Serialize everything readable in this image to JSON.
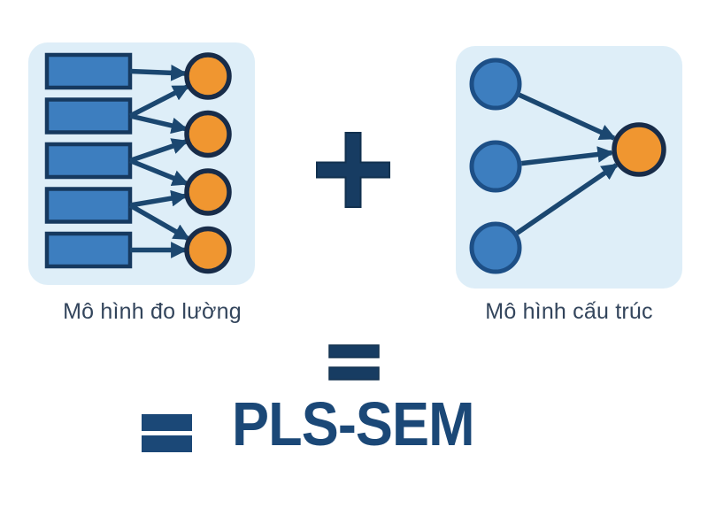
{
  "diagram": {
    "left_panel": {
      "label": "Mô hình đo lường",
      "model_type": "measurement-model",
      "indicator_count": 5,
      "construct_count": 4,
      "arrow_links": [
        [
          1,
          1
        ],
        [
          2,
          1
        ],
        [
          2,
          2
        ],
        [
          3,
          2
        ],
        [
          3,
          3
        ],
        [
          4,
          3
        ],
        [
          4,
          4
        ],
        [
          5,
          4
        ]
      ]
    },
    "right_panel": {
      "label": "Mô hình cấu trúc",
      "model_type": "structural-model",
      "exogenous_count": 3,
      "endogenous_count": 1,
      "arrow_links": [
        [
          1,
          1
        ],
        [
          2,
          1
        ],
        [
          3,
          1
        ]
      ]
    },
    "plus_symbol": "+",
    "equals_symbol": "=",
    "result_equals_symbol": "=",
    "result_label": "PLS-SEM",
    "colors": {
      "page_background": "#ffffff",
      "panel_background": "#deeef8",
      "shape_blue_fill": "#3d7ebf",
      "rect_border": "#16395f",
      "circle_blue_border": "#1d4f86",
      "shape_orange_fill": "#f09630",
      "circle_orange_border": "#182c49",
      "arrow": "#1b4770",
      "operator_navy": "#173c62",
      "label_text": "#33455c",
      "result_navy": "#1b4877"
    }
  }
}
